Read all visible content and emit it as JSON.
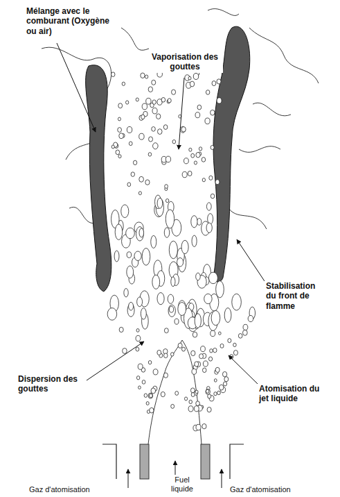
{
  "diagram": {
    "labels": [
      "Mélange avec le comburant (Oxygène ou air)",
      "Vaporisation des gouttes",
      "Stabilisation du front de flamme",
      "Dispersion des gouttes",
      "Atomisation du jet liquide",
      "Gaz d'atomisation",
      "Fuel liquide",
      "Gaz d'atomisation"
    ]
  }
}
